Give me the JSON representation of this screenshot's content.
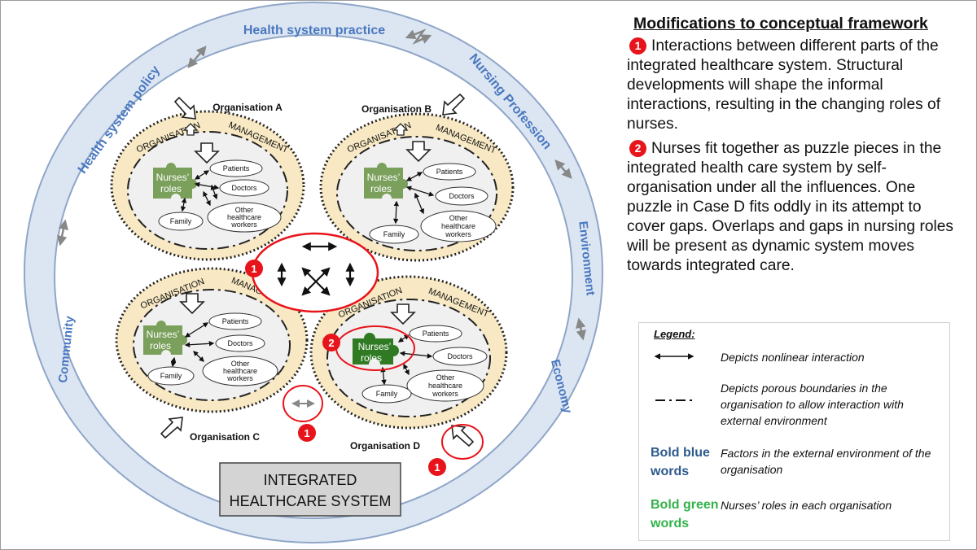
{
  "diagram": {
    "outer_factors": {
      "top": "Health system practice",
      "top_left": "Health system policy",
      "top_right": "Nursing Profession",
      "right": "Environment",
      "bottom_right": "Economy",
      "left": "Community"
    },
    "organisations": [
      {
        "label": "Organisation A"
      },
      {
        "label": "Organisation B"
      },
      {
        "label": "Organisation C"
      },
      {
        "label": "Organisation D"
      }
    ],
    "ring_labels": {
      "left": "ORGANISATION",
      "right": "MANAGEMENT"
    },
    "nodes": {
      "patients": "Patients",
      "doctors": "Doctors",
      "other_line1": "Other",
      "other_line2": "healthcare",
      "other_line3": "workers",
      "family": "Family",
      "nurses_line1": "Nurses’",
      "nurses_line2": "roles"
    },
    "markers": [
      "1",
      "1",
      "1",
      "2"
    ],
    "system_box": {
      "line1": "INTEGRATED",
      "line2": "HEALTHCARE SYSTEM"
    }
  },
  "modifications": {
    "title": "Modifications to conceptual framework",
    "items": [
      {
        "badge": "1",
        "text": "Interactions between different parts of the integrated healthcare system. Structural developments will shape the informal interactions, resulting in the changing roles of nurses."
      },
      {
        "badge": "2",
        "text": "Nurses fit together as puzzle pieces in the integrated health care system by self-organisation under all the influences. One puzzle in Case D fits oddly in its attempt to cover gaps. Overlaps and gaps in nursing roles will be present as dynamic system moves towards integrated care."
      }
    ]
  },
  "legend": {
    "title": "Legend:",
    "arrow_desc": "Depicts nonlinear interaction",
    "boundary_desc": "Depicts porous boundaries in the organisation to allow interaction with external environment",
    "blue_word_line1": "Bold blue",
    "blue_word_line2": "words",
    "blue_desc": "Factors in the external environment of the organisation",
    "green_word_line1": "Bold green",
    "green_word_line2": "words",
    "green_desc": "Nurses’ roles in each organisation"
  },
  "colors": {
    "ring_fill": "#dce6f2",
    "ring_stroke": "#8fa6c8",
    "factor_text": "#4a78c0",
    "org_fill": "#f8e9c4",
    "inner_fill": "#f0f0f0",
    "puzzle_light": "#7aa05c",
    "puzzle_dark": "#2f7a23",
    "marker_red": "#e8141b",
    "blue_word": "#2e5a8c",
    "green_word": "#33b24b",
    "system_box_fill": "#d4d4d4"
  }
}
